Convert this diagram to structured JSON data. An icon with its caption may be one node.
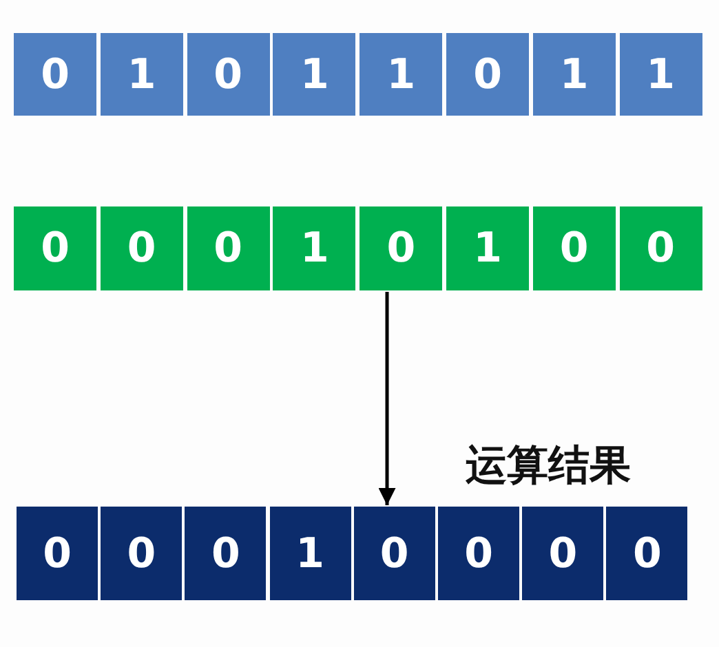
{
  "diagram": {
    "nodes": [
      {
        "text": [
          "0"
        ]
      },
      {
        "text": [
          "1"
        ]
      },
      {
        "text": [
          "0"
        ]
      },
      {
        "text": [
          "1"
        ]
      },
      {
        "text": [
          "1"
        ]
      },
      {
        "text": [
          "0"
        ]
      },
      {
        "text": [
          "1"
        ]
      },
      {
        "text": [
          "1"
        ]
      },
      {
        "text": [
          "0"
        ]
      },
      {
        "text": [
          "0"
        ]
      },
      {
        "text": [
          "0"
        ]
      },
      {
        "text": [
          "1"
        ]
      },
      {
        "text": [
          "0"
        ]
      },
      {
        "text": [
          "1"
        ]
      },
      {
        "text": [
          "0"
        ]
      },
      {
        "text": [
          "0"
        ]
      },
      {
        "text": [
          "0"
        ]
      },
      {
        "text": [
          "0"
        ]
      },
      {
        "text": [
          "0"
        ]
      },
      {
        "text": [
          "1"
        ]
      },
      {
        "text": [
          "0"
        ]
      },
      {
        "text": [
          "0"
        ]
      },
      {
        "text": [
          "0"
        ]
      },
      {
        "text": [
          "0"
        ]
      }
    ],
    "edges": [
      {
        "from": 12,
        "to": 20,
        "arrow": "to"
      }
    ],
    "labels": [
      "运算结果"
    ]
  }
}
